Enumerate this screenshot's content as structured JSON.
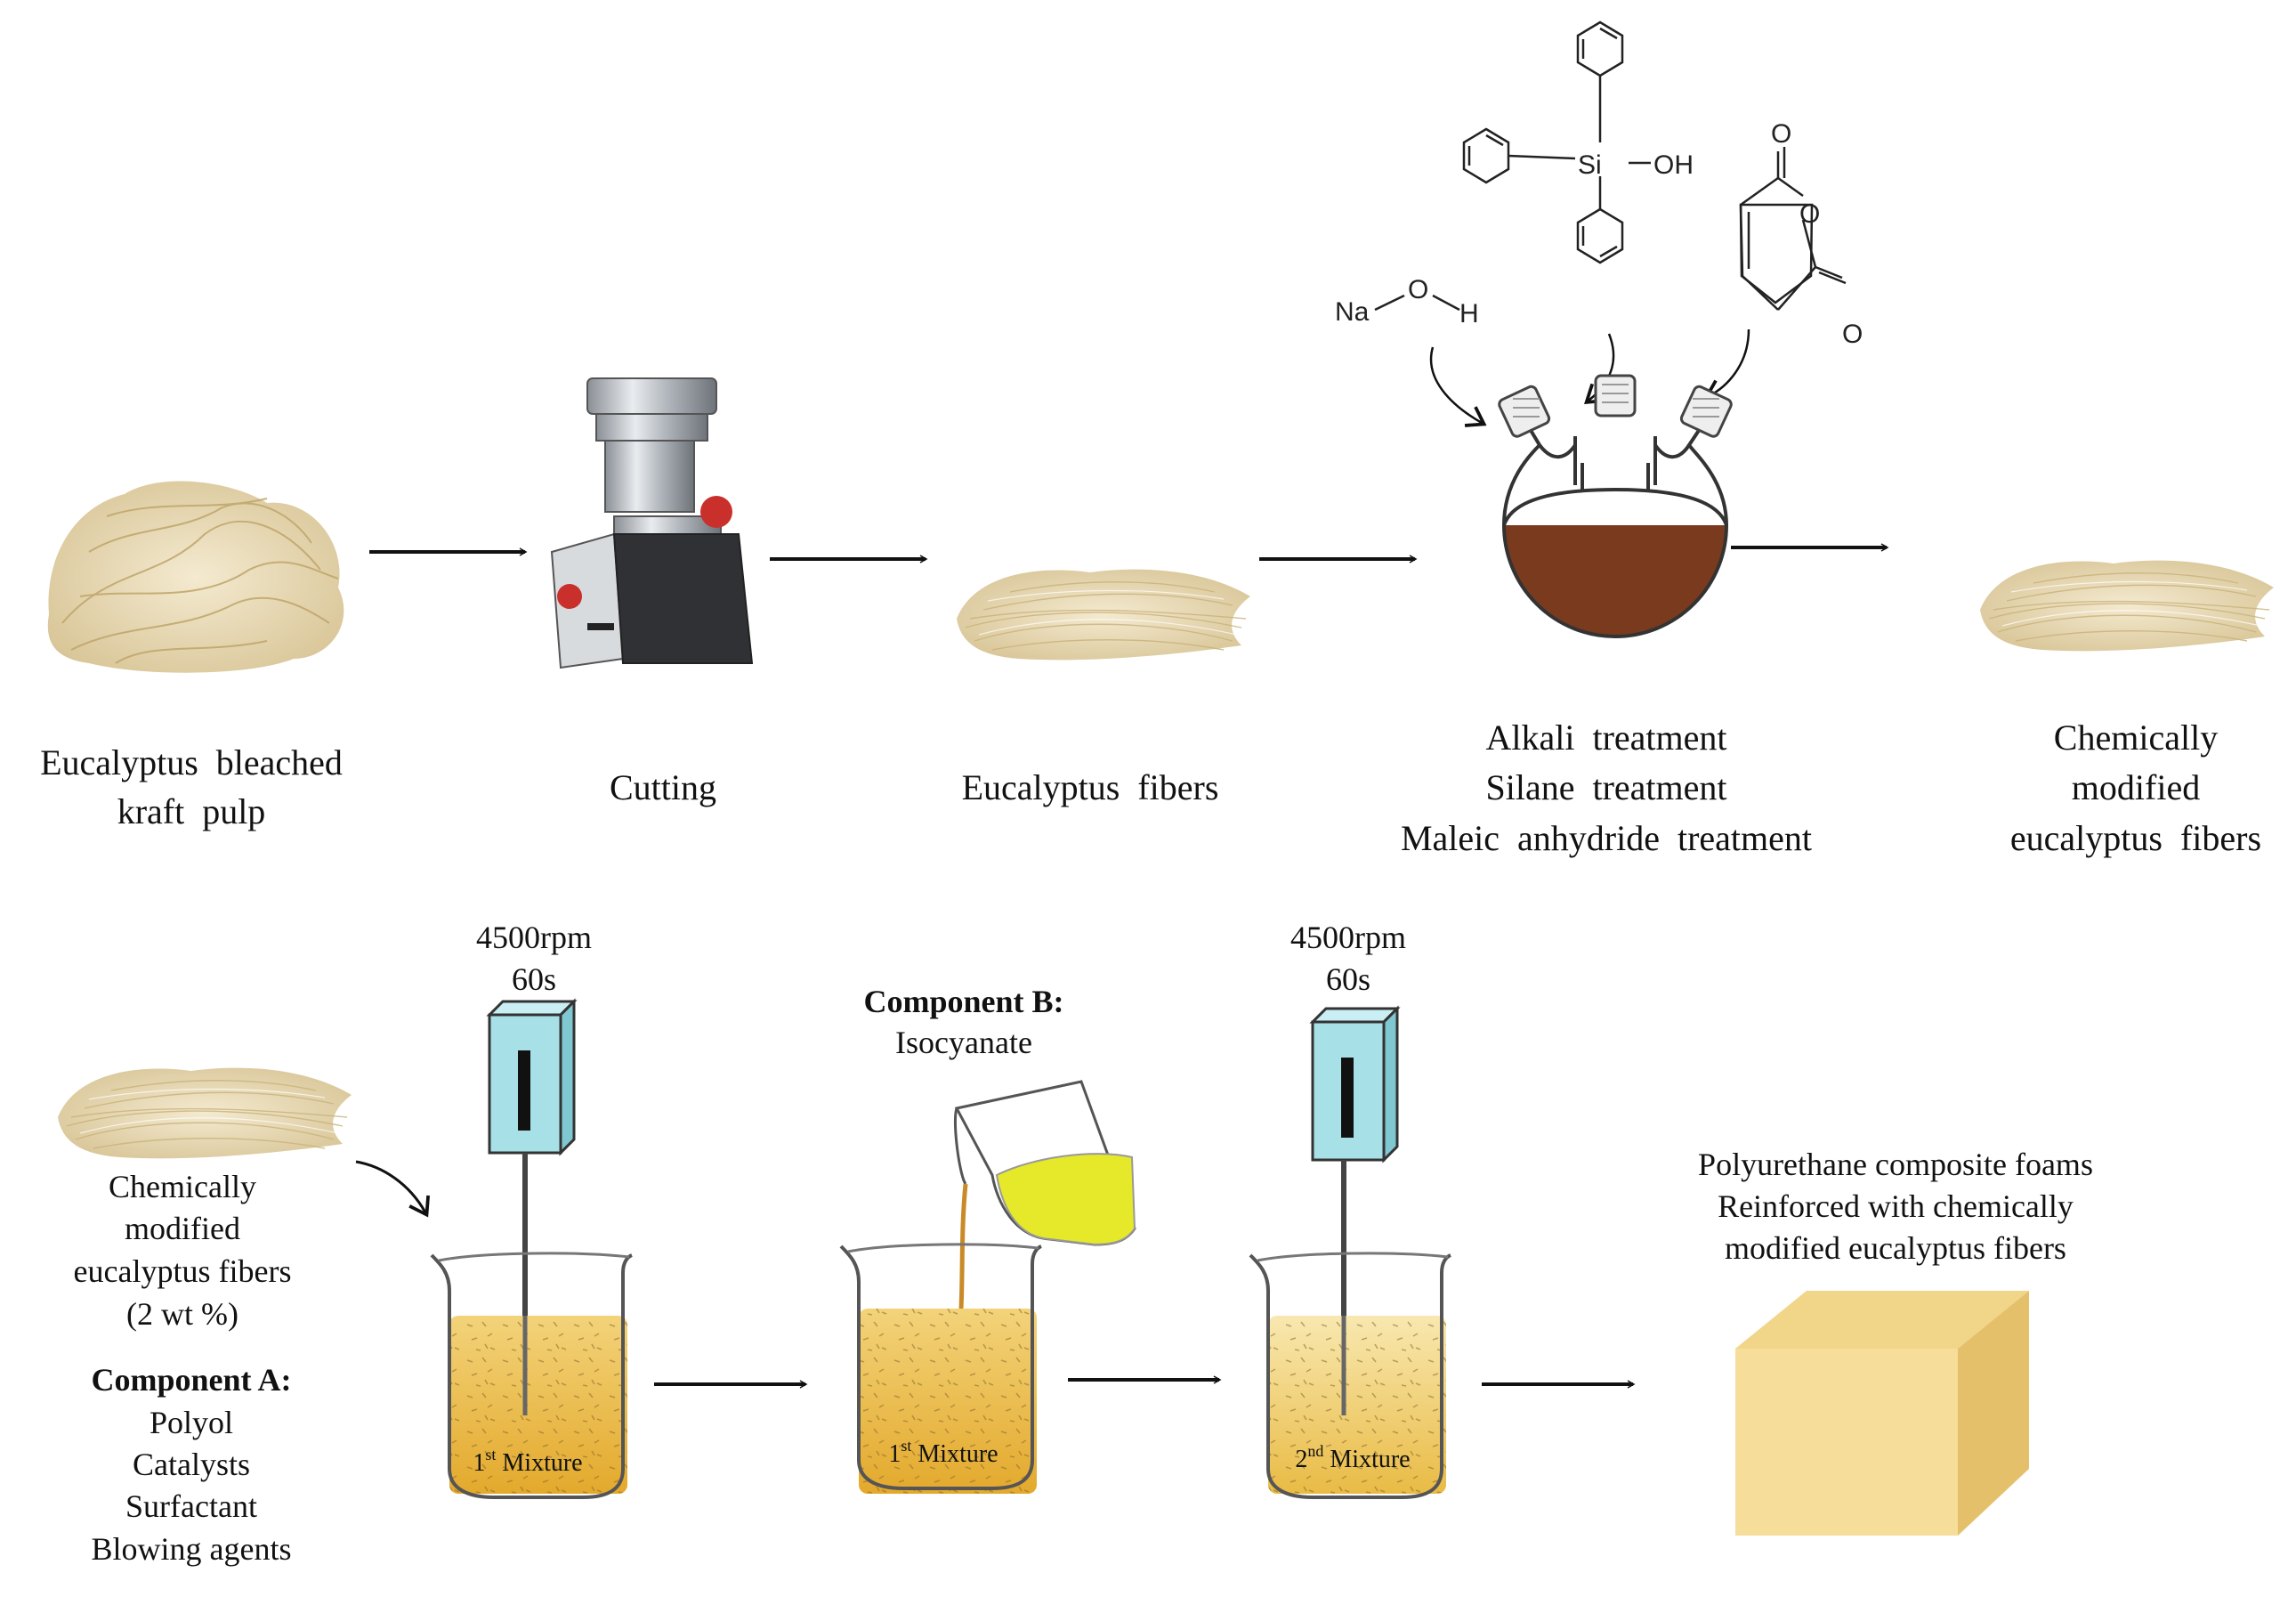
{
  "top_row": {
    "steps": [
      {
        "lines": [
          "Eucalyptus  bleached",
          "kraft  pulp"
        ]
      },
      {
        "lines": [
          "Cutting"
        ]
      },
      {
        "lines": [
          "Eucalyptus  fibers"
        ]
      },
      {
        "lines": [
          "Alkali  treatment",
          "Silane  treatment",
          "Maleic  anhydride  treatment"
        ]
      },
      {
        "lines": [
          "Chemically",
          "modified",
          "eucalyptus  fibers"
        ]
      }
    ],
    "reagents": {
      "naoh": {
        "na": "Na",
        "o": "O",
        "h": "H"
      },
      "silane": {
        "si": "Si",
        "oh": "OH"
      },
      "maleic": {
        "o_top": "O",
        "o_ring": "O",
        "o_bottom": "O"
      }
    }
  },
  "bottom_row": {
    "fiber_input": {
      "lines": [
        "Chemically",
        "modified",
        "eucalyptus fibers",
        "(2 wt %)"
      ]
    },
    "component_a": {
      "title": "Component A:",
      "items": [
        "Polyol",
        "Catalysts",
        "Surfactant",
        "Blowing agents"
      ]
    },
    "mixer1": {
      "speed": "4500rpm",
      "time": "60s"
    },
    "beaker1": {
      "label_pre": "1",
      "label_sup": "st",
      "label_post": " Mixture"
    },
    "component_b": {
      "title": "Component B:",
      "item": "Isocyanate"
    },
    "beaker2": {
      "label_pre": "1",
      "label_sup": "st",
      "label_post": " Mixture"
    },
    "mixer2": {
      "speed": "4500rpm",
      "time": "60s"
    },
    "beaker3": {
      "label_pre": "2",
      "label_sup": "nd",
      "label_post": " Mixture"
    },
    "product": {
      "lines": [
        "Polyurethane composite foams",
        "Reinforced with chemically",
        "modified eucalyptus fibers"
      ]
    }
  },
  "colors": {
    "fiber": "#e8d9b0",
    "fiber_dark": "#cdb884",
    "liquid": "#e8b43a",
    "liquid_light": "#f3d37a",
    "flask_liquid": "#7a3a1e",
    "mixer": "#a8e0e8",
    "foam_front": "#f6dd9a",
    "foam_top": "#f1d588",
    "foam_side": "#e5c06a",
    "isocyanate": "#e6e82a"
  }
}
